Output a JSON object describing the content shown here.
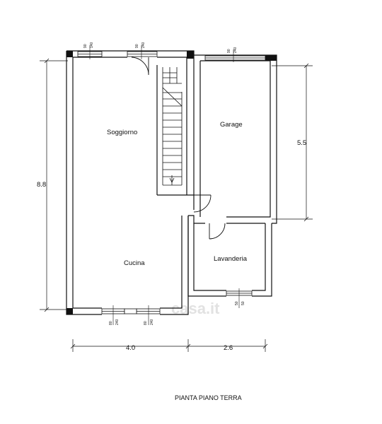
{
  "rooms": {
    "soggiorno": "Soggiorno",
    "garage": "Garage",
    "cucina": "Cucina",
    "lavanderia": "Lavanderia"
  },
  "dimensions": {
    "total_height": "8.8",
    "garage_height": "5.5",
    "left_width": "4.0",
    "right_width": "2.6"
  },
  "windows": {
    "w_top_left": [
      "90",
      "140"
    ],
    "w_top_mid": [
      "90",
      "240"
    ],
    "w_garage": [
      "90",
      "240"
    ],
    "w_bottom_1": [
      "80",
      "240"
    ],
    "w_bottom_2": [
      "80",
      "240"
    ],
    "w_lavanderia": [
      "50",
      "50"
    ]
  },
  "title": "PIANTA PIANO TERRA",
  "watermark": "casa.it",
  "colors": {
    "wall": "#111111",
    "line": "#222222",
    "watermark": "#e2e2e2"
  }
}
